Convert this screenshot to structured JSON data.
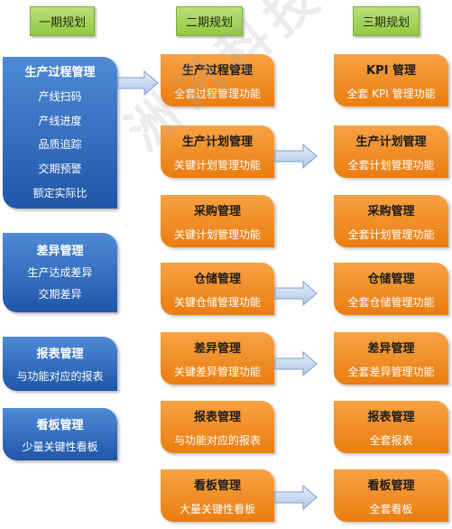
{
  "phases": [
    "一期规划",
    "二期规划",
    "三期规划"
  ],
  "phase1": [
    {
      "title": "生产过程管理",
      "items": [
        "产线扫码",
        "产线进度",
        "品质追踪",
        "交期预警",
        "额定实际比"
      ]
    },
    {
      "title": "差异管理",
      "items": [
        "生产达成差异",
        "交期差异"
      ]
    },
    {
      "title": "报表管理",
      "items": [
        "与功能对应的报表"
      ]
    },
    {
      "title": "看板管理",
      "items": [
        "少量关键性看板"
      ]
    }
  ],
  "phase2": [
    {
      "title": "生产过程管理",
      "desc": "全套过程管理功能"
    },
    {
      "title": "生产计划管理",
      "desc": "关键计划管理功能"
    },
    {
      "title": "采购管理",
      "desc": "关键计划管理功能"
    },
    {
      "title": "仓储管理",
      "desc": "关键仓储管理功能"
    },
    {
      "title": "差异管理",
      "desc": "关键差异管理功能"
    },
    {
      "title": "报表管理",
      "desc": "与功能对应的报表"
    },
    {
      "title": "看板管理",
      "desc": "大量关键性看板"
    }
  ],
  "phase3": [
    {
      "title": "KPI 管理",
      "desc": "全套 KPI 管理功能"
    },
    {
      "title": "生产计划管理",
      "desc": "全套计划管理功能"
    },
    {
      "title": "采购管理",
      "desc": "全套计划管理功能"
    },
    {
      "title": "仓储管理",
      "desc": "全套仓储管理功能"
    },
    {
      "title": "差异管理",
      "desc": "全套差异管理功能"
    },
    {
      "title": "报表管理",
      "desc": "全套报表"
    },
    {
      "title": "看板管理",
      "desc": "全套看板"
    }
  ],
  "watermark": "洲讯科技有限公司",
  "colors": {
    "phase_header": "#93c83f",
    "phase1_box": "#2a67b9",
    "phase2_3_box": "#f08a20",
    "arrow": "#c7d9f2"
  }
}
